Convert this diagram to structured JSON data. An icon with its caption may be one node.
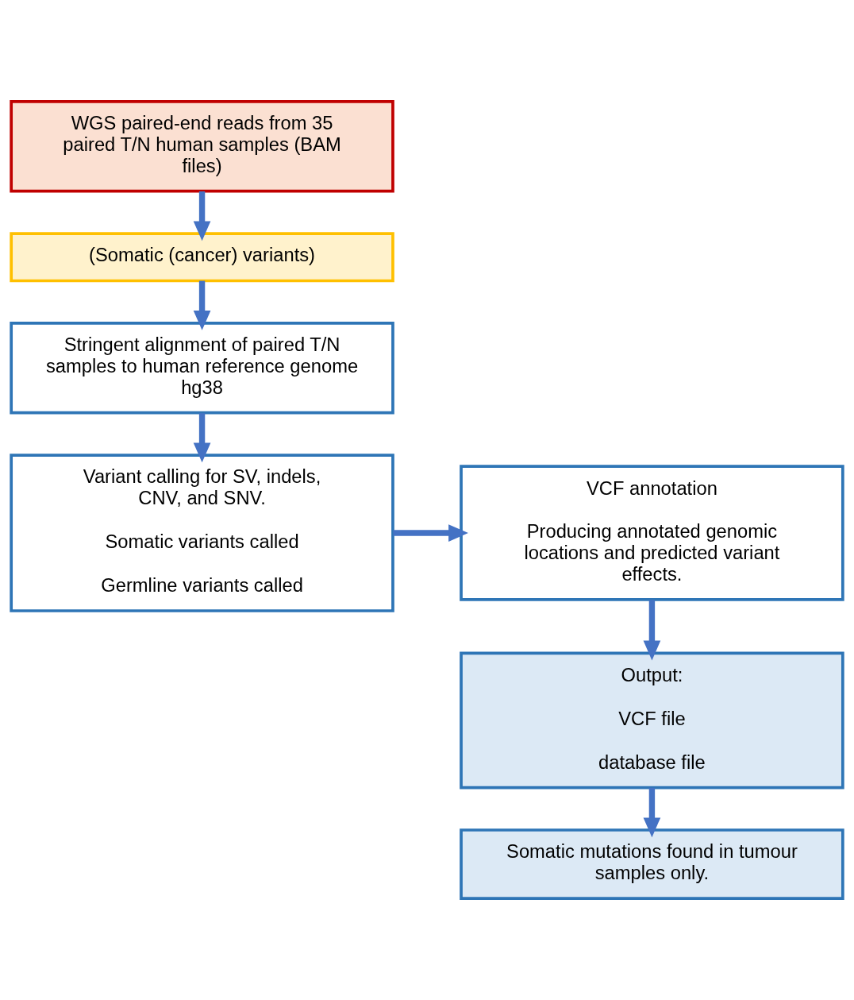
{
  "diagram": {
    "nodes": [
      {
        "text": [
          "WGS paired-end reads from 35 paired T/N human samples (BAM files)"
        ]
      },
      {
        "text": [
          "(Somatic (cancer) variants)"
        ]
      },
      {
        "text": [
          "Stringent alignment of paired T/N samples to human reference genome hg38"
        ]
      },
      {
        "text": [
          "Variant calling for SV, indels, CNV, and SNV.",
          "Somatic variants called",
          "Germline variants called"
        ]
      },
      {
        "text": [
          "VCF annotation",
          "Producing annotated genomic locations and predicted variant effects."
        ]
      },
      {
        "text": [
          "Output:",
          "VCF file",
          "database file"
        ]
      },
      {
        "text": [
          "Somatic mutations found in tumour samples only."
        ]
      }
    ],
    "edges": [
      {
        "from": 0,
        "to": 1,
        "arrow": "to"
      },
      {
        "from": 1,
        "to": 2,
        "arrow": "to"
      },
      {
        "from": 2,
        "to": 3,
        "arrow": "to"
      },
      {
        "from": 3,
        "to": 4,
        "arrow": "to"
      },
      {
        "from": 4,
        "to": 5,
        "arrow": "to"
      },
      {
        "from": 5,
        "to": 6,
        "arrow": "to"
      }
    ]
  }
}
